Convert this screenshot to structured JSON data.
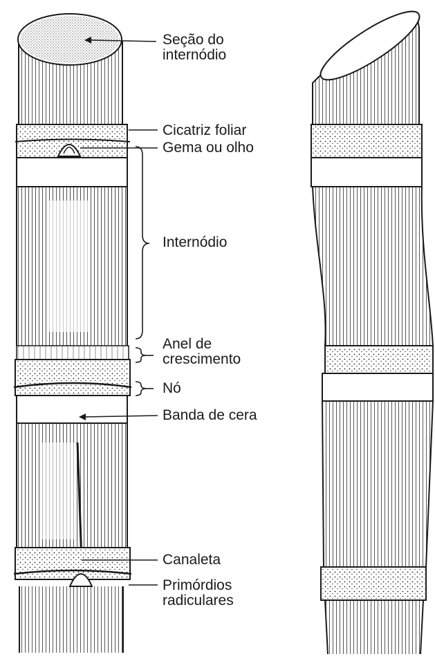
{
  "labels": {
    "secao": [
      "Seção do",
      "internódio"
    ],
    "cicatriz": "Cicatriz foliar",
    "gema": "Gema ou olho",
    "internodio": "Internódio",
    "anel": [
      "Anel de",
      "crescimento"
    ],
    "no": "Nó",
    "banda": "Banda de cera",
    "canaleta": "Canaleta",
    "primordios": [
      "Primórdios",
      "radiculares"
    ]
  },
  "colors": {
    "ink": "#1a1a1a",
    "paper": "#ffffff",
    "stem_shade": "#f4f4f4"
  }
}
